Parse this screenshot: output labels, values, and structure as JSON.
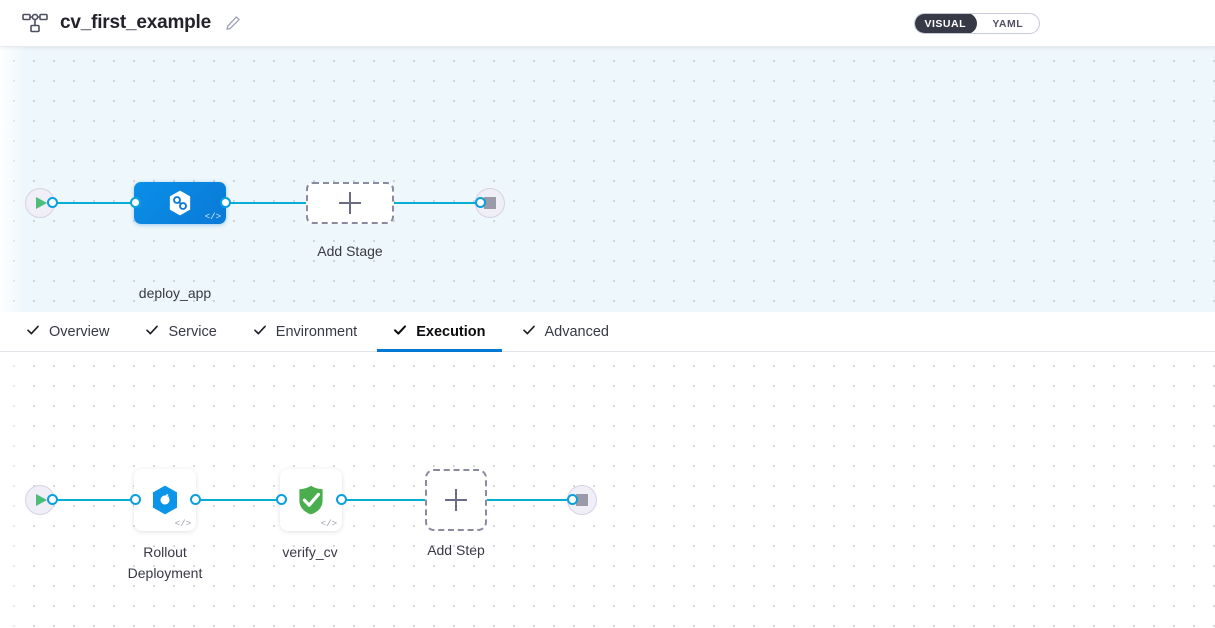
{
  "header": {
    "pipeline_icon": "pipeline-tree-icon",
    "title": "cv_first_example",
    "edit_icon": "edit-pencil-icon",
    "view_toggle": {
      "options": [
        "VISUAL",
        "YAML"
      ],
      "selected": "VISUAL"
    }
  },
  "stage_canvas": {
    "start_node": {
      "icon": "play-icon"
    },
    "stages": [
      {
        "label": "deploy_app",
        "icon": "harness-hexagon-icon",
        "code_badge": "</>",
        "selected": true
      }
    ],
    "add_stage": {
      "label": "Add Stage",
      "icon": "plus-icon"
    },
    "end_node": {
      "icon": "stop-icon"
    }
  },
  "tabs": [
    {
      "label": "Overview",
      "check": "check-icon",
      "active": false
    },
    {
      "label": "Service",
      "check": "check-icon",
      "active": false
    },
    {
      "label": "Environment",
      "check": "check-icon",
      "active": false
    },
    {
      "label": "Execution",
      "check": "check-icon",
      "active": true
    },
    {
      "label": "Advanced",
      "check": "check-icon",
      "active": false
    }
  ],
  "step_canvas": {
    "start_node": {
      "icon": "play-icon"
    },
    "steps": [
      {
        "label": "Rollout\nDeployment",
        "icon": "kubernetes-rollout-icon",
        "code_badge": "</>"
      },
      {
        "label": "verify_cv",
        "icon": "green-shield-check-icon",
        "code_badge": "</>"
      }
    ],
    "add_step": {
      "label": "Add Step",
      "icon": "plus-icon"
    },
    "end_node": {
      "icon": "stop-icon"
    }
  },
  "colors": {
    "accent_blue": "#0278d5",
    "edge_blue": "#06aed4",
    "stage_blue": "#0a7ad6",
    "shield_green": "#4aae4f",
    "play_green": "#4dbd7a",
    "toggle_dark": "#383946",
    "canvas_tint": "#eef7fb"
  }
}
